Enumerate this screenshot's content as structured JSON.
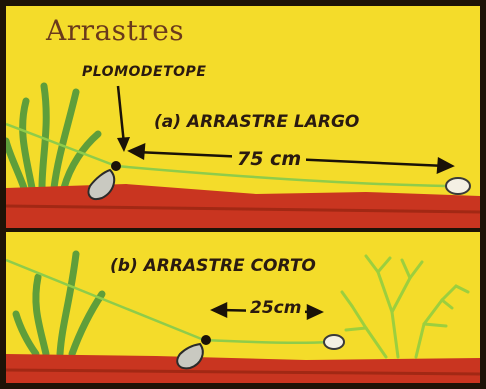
{
  "title": "Arrastres",
  "top_panel": {
    "stopper_label": "PLOMODETOPE",
    "drag_label": "(a) ARRASTRE LARGO",
    "distance_label": "75 cm"
  },
  "bottom_panel": {
    "drag_label": "(b) ARRASTRE CORTO",
    "distance_label": "25cm"
  },
  "colors": {
    "background": "#f4dc2a",
    "seabed": "#c93520",
    "weed": "#5f9e3a",
    "line": "#8fcc4a"
  }
}
